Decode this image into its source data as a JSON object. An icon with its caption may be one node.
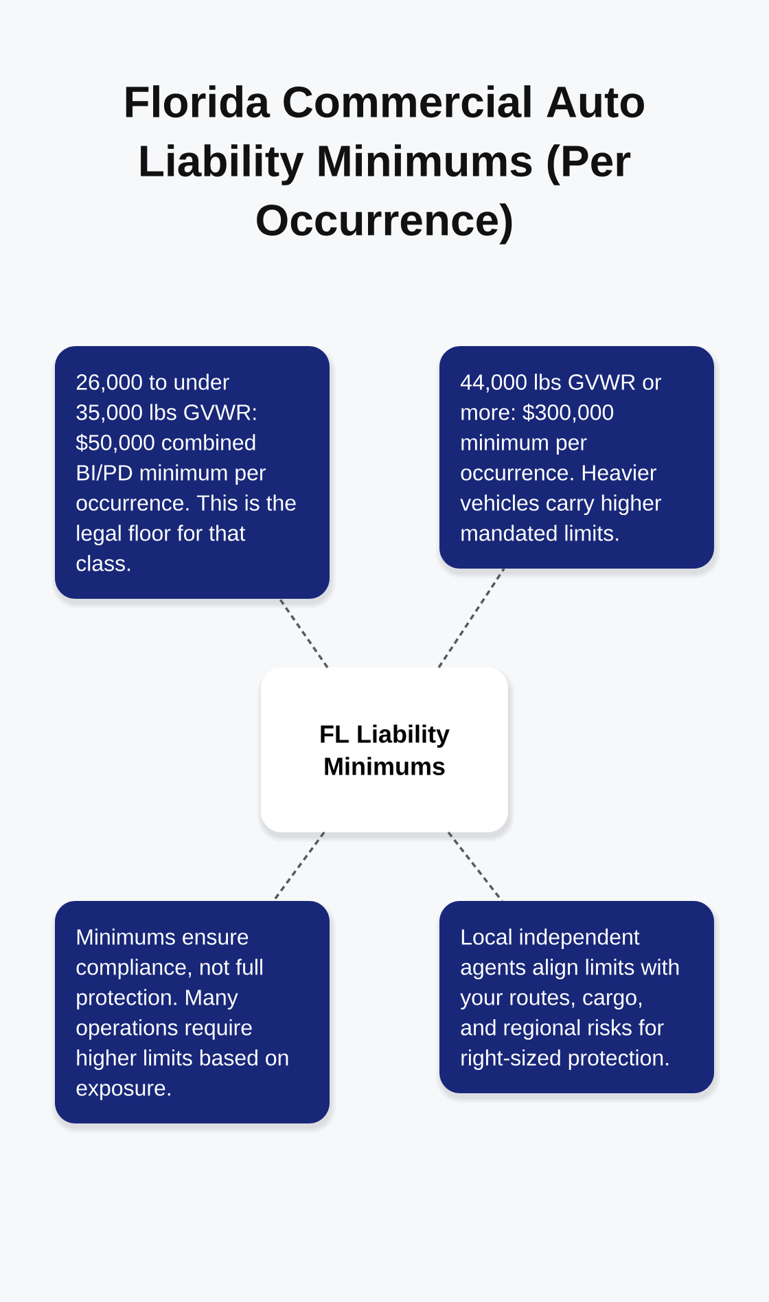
{
  "diagram": {
    "title": "Florida Commercial Auto Liability Minimums (Per Occurrence)",
    "nodes": [
      {
        "text": [
          "26,000 to under 35,000 lbs GVWR: $50,000 combined BI/PD minimum per occurrence. This is the legal floor for that class."
        ]
      },
      {
        "text": [
          "44,000 lbs GVWR or more: $300,000 minimum per occurrence. Heavier vehicles carry higher mandated limits."
        ]
      },
      {
        "text": [
          "FL Liability Minimums"
        ]
      },
      {
        "text": [
          "Minimums ensure compliance, not full protection. Many operations require higher limits based on exposure."
        ]
      },
      {
        "text": [
          "Local independent agents align limits with your routes, cargo, and regional risks for right-sized protection."
        ]
      }
    ],
    "edges": [
      {
        "from": 2,
        "to": 0,
        "arrow": "none",
        "style": "dashed"
      },
      {
        "from": 2,
        "to": 1,
        "arrow": "none",
        "style": "dashed"
      },
      {
        "from": 2,
        "to": 3,
        "arrow": "none",
        "style": "dashed"
      },
      {
        "from": 2,
        "to": 4,
        "arrow": "none",
        "style": "dashed"
      }
    ]
  }
}
